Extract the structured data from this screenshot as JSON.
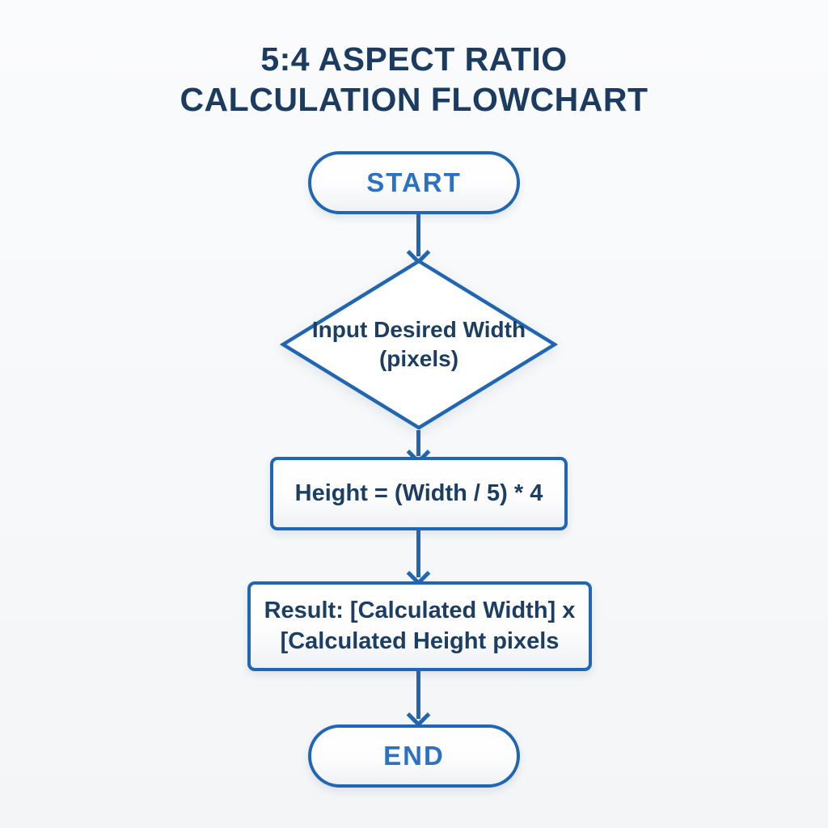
{
  "title": {
    "line1": "5:4 ASPECT RATIO",
    "line2": "CALCULATION FLOWCHART"
  },
  "flowchart": {
    "nodes": {
      "start": {
        "type": "terminator",
        "label": "START"
      },
      "input": {
        "type": "decision",
        "label_line1": "Input Desired Width",
        "label_line2": "(pixels)"
      },
      "calc": {
        "type": "process",
        "label": "Height = (Width / 5) * 4"
      },
      "result": {
        "type": "process",
        "label_line1": "Result: [Calculated Width] x",
        "label_line2": "[Calculated Height pixels"
      },
      "end": {
        "type": "terminator",
        "label": "END"
      }
    },
    "connections": [
      {
        "from": "start",
        "to": "input"
      },
      {
        "from": "input",
        "to": "calc"
      },
      {
        "from": "calc",
        "to": "result"
      },
      {
        "from": "result",
        "to": "end"
      }
    ]
  },
  "colors": {
    "background": "#f7f9fb",
    "shape_border": "#2066b2",
    "terminator_text": "#2b72c2",
    "body_text": "#1d3e63",
    "title_text": "#1b3c60",
    "shape_fill": "#ffffff"
  }
}
